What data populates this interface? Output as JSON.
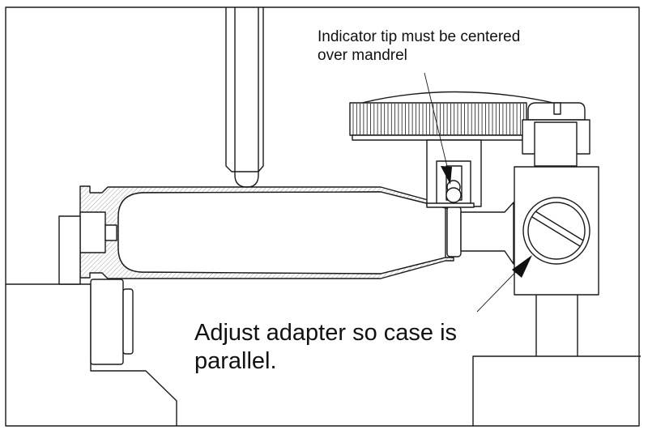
{
  "diagram": {
    "type": "technical-illustration",
    "subject": "Case mounted on mandrel in adapter with dial indicator",
    "colors": {
      "line": "#1a1a1a",
      "background": "#ffffff",
      "hatch": "#8a8a8a"
    }
  },
  "callouts": [
    {
      "id": "indicator-tip",
      "text": "Indicator tip must be centered\nover mandrel"
    },
    {
      "id": "adjust-adapter",
      "text": "Adjust adapter so case is\nparallel."
    }
  ]
}
